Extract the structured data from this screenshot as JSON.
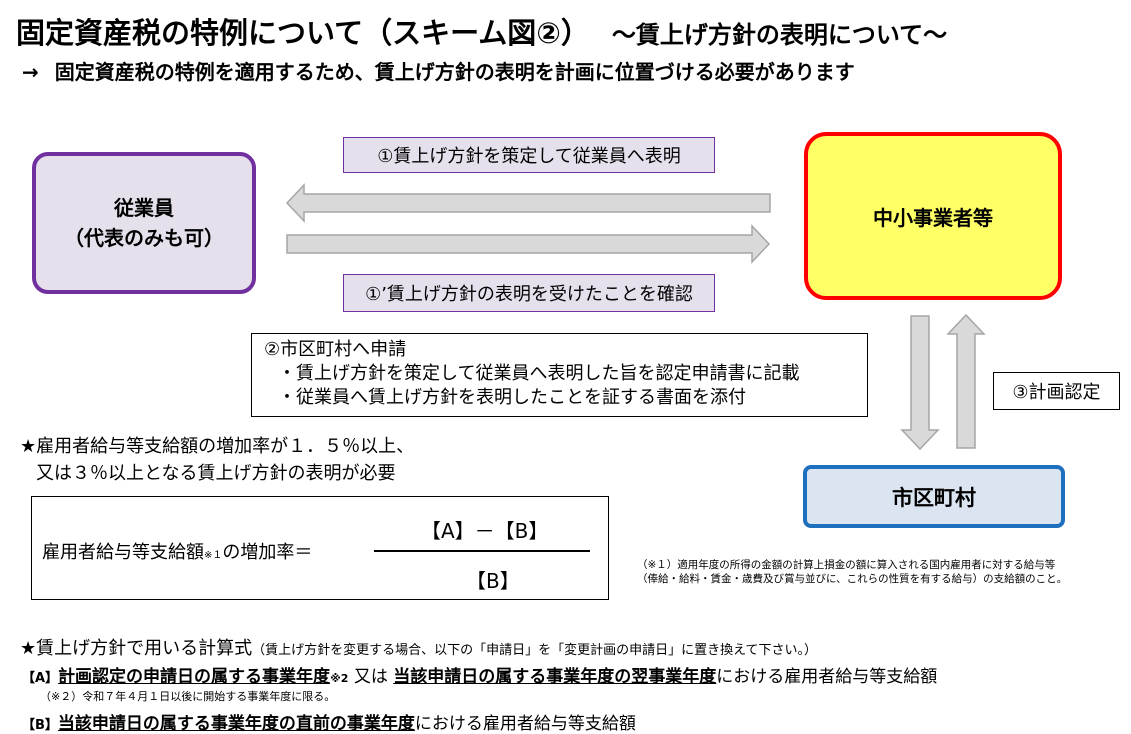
{
  "title": "固定資産税の特例について（スキーム図②）",
  "title_sub": "～賃上げ方針の表明について～",
  "subtitle_arrow": "→",
  "subtitle": "固定資産税の特例を適用するため、賃上げ方針の表明を計画に位置づける必要があります",
  "employee": {
    "line1": "従業員",
    "line2": "（代表のみも可）"
  },
  "sme": "中小事業者等",
  "city": "市区町村",
  "step1": "①賃上げ方針を策定して従業員へ表明",
  "step1b": "①’賃上げ方針の表明を受けたことを確認",
  "step2": {
    "title": "②市区町村へ申請",
    "bullet1": "・賃上げ方針を策定して従業員へ表明した旨を認定申請書に記載",
    "bullet2": "・従業員へ賃上げ方針を表明したことを証する書面を添付"
  },
  "step3": "③計画認定",
  "requirement": {
    "line1": "★雇用者給与等支給額の増加率が１．５％以上、",
    "line2": "又は３％以上となる賃上げ方針の表明が必要"
  },
  "formula": {
    "left_text": "雇用者給与等支給額",
    "left_note": "※１",
    "left_suffix": "の増加率＝",
    "numerator": "【A】－【B】",
    "denominator": "【B】"
  },
  "note1": {
    "line1": "（※１）適用年度の所得の金額の計算上損金の額に算入される国内雇用者に対する給与等",
    "line2": "（俸給・給料・賃金・歳費及び賞与並びに、これらの性質を有する給与）の支給額のこと。"
  },
  "calc": {
    "heading": "★賃上げ方針で用いる計算式",
    "heading_note": "（賃上げ方針を変更する場合、以下の「申請日」を「変更計画の申請日」に置き換えて下さい。）",
    "a_tag": "【A】",
    "a_part1": "計画認定の申請日の属する事業年度",
    "a_note_mark": "※2",
    "a_mid": " 又は ",
    "a_part2": "当該申請日の属する事業年度の翌事業年度",
    "a_suffix": "における雇用者給与等支給額",
    "note2": "（※２）令和７年４月１日以後に開始する事業年度に限る。",
    "b_tag": "【B】",
    "b_part1": "当該申請日の属する事業年度の直前の事業年度",
    "b_suffix": "における雇用者給与等支給額"
  },
  "colors": {
    "employee_border": "#7030a0",
    "employee_fill": "#e6e0ec",
    "sme_border": "#ff0000",
    "sme_fill": "#ffff66",
    "city_border": "#1f6fbf",
    "city_fill": "#dbe5f1",
    "arrow_fill": "#d9d9d9",
    "arrow_stroke": "#a6a6a6"
  }
}
